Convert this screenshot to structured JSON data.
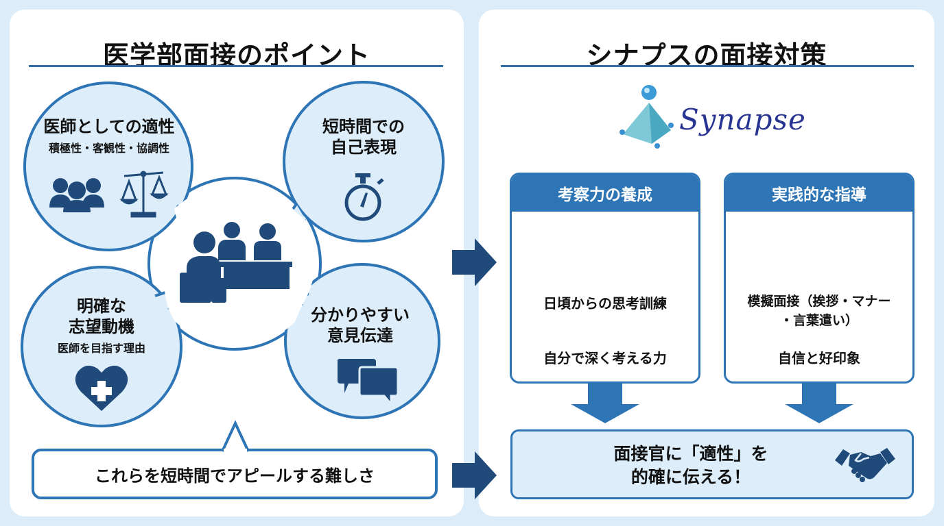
{
  "colors": {
    "background": "#dcecf8",
    "accent": "#2e75b6",
    "icon": "#1f4a7a",
    "bubble_fill": "#ddeefa",
    "logo_text": "#283593"
  },
  "left_panel": {
    "title": "医学部面接のポイント",
    "bubbles": [
      {
        "id": "aptitude",
        "title": "医師としての適性",
        "subtitle": "積極性・客観性・協調性",
        "icons": [
          "group-icon",
          "scales-icon"
        ]
      },
      {
        "id": "self-expression",
        "title_lines": [
          "短時間での",
          "自己表現"
        ],
        "icons": [
          "stopwatch-icon"
        ]
      },
      {
        "id": "motivation",
        "title_lines": [
          "明確な",
          "志望動機"
        ],
        "subtitle": "医師を目指す理由",
        "icons": [
          "heart-cross-icon"
        ]
      },
      {
        "id": "communication",
        "title_lines": [
          "分かりやすい",
          "意見伝達"
        ],
        "icons": [
          "chat-bubbles-icon"
        ]
      }
    ],
    "center_icon": "interview-icon",
    "callout": "これらを短時間でアピールする難しさ"
  },
  "right_panel": {
    "title": "シナプスの面接対策",
    "logo_text": "Synapse",
    "cards": [
      {
        "header": "考察力の養成",
        "icons": [
          "brain-icon",
          "notepad-pencil-icon"
        ],
        "line1": "日頃からの思考訓練",
        "line2": "自分で深く考える力"
      },
      {
        "header": "実践的な指導",
        "icons": [
          "bowing-person-icon",
          "smiley-icon"
        ],
        "line1a": "模擬面接（挨拶・マナー",
        "line1b": "・言葉遣い）",
        "line2": "自信と好印象"
      }
    ],
    "result": {
      "line1": "面接官に「適性」を",
      "line2": "的確に伝える！",
      "icon": "handshake-icon"
    }
  }
}
